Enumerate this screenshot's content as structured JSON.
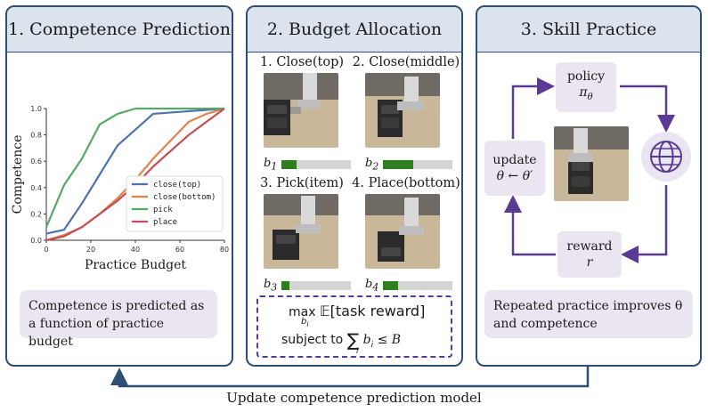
{
  "panels": [
    {
      "title": "1. Competence Prediction"
    },
    {
      "title": "2. Budget Allocation"
    },
    {
      "title": "3. Skill Practice"
    }
  ],
  "chart_data": {
    "type": "line",
    "xlabel": "Practice Budget",
    "ylabel": "Competence",
    "xlim": [
      0,
      80
    ],
    "ylim": [
      0,
      1.0
    ],
    "xticks": [
      0,
      20,
      40,
      60,
      80
    ],
    "yticks": [
      0.0,
      0.2,
      0.4,
      0.6,
      0.8,
      1.0
    ],
    "grid": false,
    "legend": "center-right",
    "series": [
      {
        "name": "close(top)",
        "color": "#4c72b0",
        "x": [
          0,
          8,
          16,
          24,
          32,
          40,
          48,
          56,
          64,
          72,
          80
        ],
        "y": [
          0.05,
          0.08,
          0.28,
          0.5,
          0.72,
          0.84,
          0.96,
          0.97,
          0.98,
          0.99,
          1.0
        ]
      },
      {
        "name": "close(bottom)",
        "color": "#dd8452",
        "x": [
          0,
          8,
          16,
          24,
          32,
          40,
          48,
          56,
          64,
          72,
          80
        ],
        "y": [
          0.0,
          0.04,
          0.1,
          0.2,
          0.32,
          0.46,
          0.62,
          0.76,
          0.9,
          0.96,
          1.0
        ]
      },
      {
        "name": "pick",
        "color": "#55a868",
        "x": [
          0,
          4,
          8,
          16,
          24,
          32,
          40,
          48,
          56,
          64,
          72,
          80
        ],
        "y": [
          0.1,
          0.26,
          0.42,
          0.62,
          0.88,
          0.96,
          1.0,
          1.0,
          1.0,
          1.0,
          1.0,
          1.0
        ]
      },
      {
        "name": "place",
        "color": "#c44e52",
        "x": [
          0,
          8,
          16,
          24,
          32,
          40,
          48,
          56,
          64,
          72,
          80
        ],
        "y": [
          0.0,
          0.03,
          0.1,
          0.2,
          0.3,
          0.42,
          0.56,
          0.68,
          0.8,
          0.9,
          1.0
        ]
      }
    ]
  },
  "panel1": {
    "note": "Competence is predicted as a function of practice budget"
  },
  "panel2": {
    "skills": [
      {
        "caption": "1. Close(top)",
        "label": "b",
        "sub": "1",
        "alloc": 0.22
      },
      {
        "caption": "2. Close(middle)",
        "label": "b",
        "sub": "2",
        "alloc": 0.44
      },
      {
        "caption": "3. Pick(item)",
        "label": "b",
        "sub": "3",
        "alloc": 0.12
      },
      {
        "caption": "4. Place(bottom)",
        "label": "b",
        "sub": "4",
        "alloc": 0.22
      }
    ],
    "formula": {
      "max": "max",
      "max_sub": "b",
      "max_sub_sub": "i",
      "objective": "𝔼[task reward]",
      "subject": "subject to",
      "sum": "∑",
      "sum_sub": "i",
      "term": "b",
      "term_sub": "i",
      "le": "≤",
      "bound": "B"
    }
  },
  "panel3": {
    "policy_label": "policy",
    "policy_symbol": "π",
    "policy_sub": "θ",
    "update_label": "update",
    "update_symbol": "θ ← θ′",
    "reward_label": "reward",
    "reward_symbol": "r",
    "note": "Repeated practice improves θ and competence",
    "globe": "globe-icon"
  },
  "footer": {
    "text": "Update competence prediction model"
  },
  "colors": {
    "panel_border": "#2f4f72",
    "header_bg": "#dbe3ec",
    "note_bg": "#ebe5f2",
    "arrow": "#5b3a96",
    "bar_fill": "#2e7d1f"
  }
}
